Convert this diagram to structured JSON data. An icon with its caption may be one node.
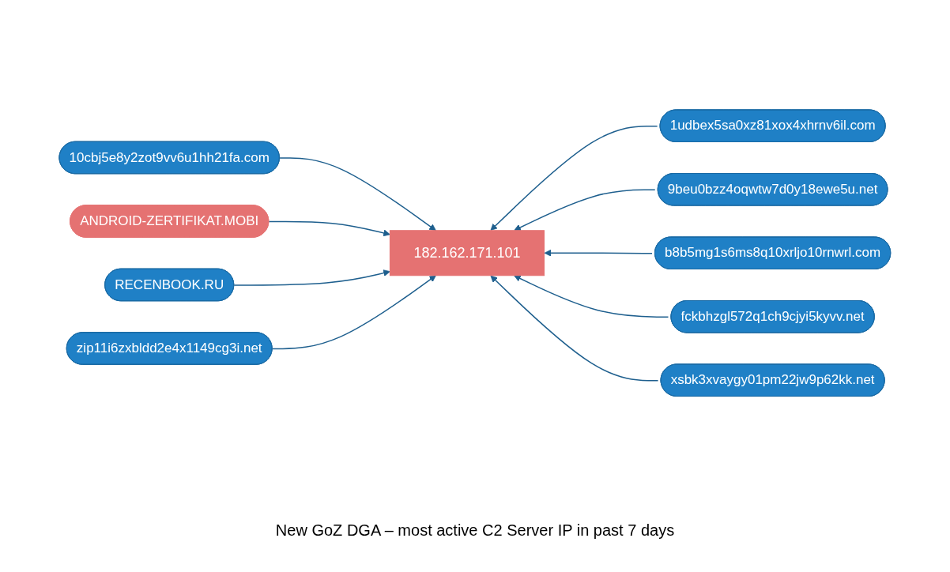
{
  "diagram": {
    "caption": "New GoZ DGA – most active C2 Server IP in past 7 days",
    "nodes": [
      {
        "text": [
          "10cbj5e8y2zot9vv6u1hh21fa.com"
        ]
      },
      {
        "text": [
          "1udbex5sa0xz81xox4xhrnv6il.com"
        ]
      },
      {
        "text": [
          "ANDROID-ZERTIFIKAT.MOBI"
        ]
      },
      {
        "text": [
          "9beu0bzz4oqwtw7d0y18ewe5u.net"
        ]
      },
      {
        "text": [
          "182.162.171.101"
        ]
      },
      {
        "text": [
          "b8b5mg1s6ms8q10xrljo10rnwrl.com"
        ]
      },
      {
        "text": [
          "RECENBOOK.RU"
        ]
      },
      {
        "text": [
          "fckbhzgl572q1ch9cjyi5kyvv.net"
        ]
      },
      {
        "text": [
          "zip11i6zxbldd2e4x1149cg3i.net"
        ]
      },
      {
        "text": [
          "xsbk3xvaygy01pm22jw9p62kk.net"
        ]
      }
    ],
    "edges": [
      {
        "from": 0,
        "to": 4,
        "arrow": "to"
      },
      {
        "from": 1,
        "to": 4,
        "arrow": "to"
      },
      {
        "from": 2,
        "to": 4,
        "arrow": "to"
      },
      {
        "from": 3,
        "to": 4,
        "arrow": "to"
      },
      {
        "from": 5,
        "to": 4,
        "arrow": "to"
      },
      {
        "from": 6,
        "to": 4,
        "arrow": "to"
      },
      {
        "from": 7,
        "to": 4,
        "arrow": "to"
      },
      {
        "from": 8,
        "to": 4,
        "arrow": "to"
      },
      {
        "from": 9,
        "to": 4,
        "arrow": "to"
      }
    ]
  }
}
